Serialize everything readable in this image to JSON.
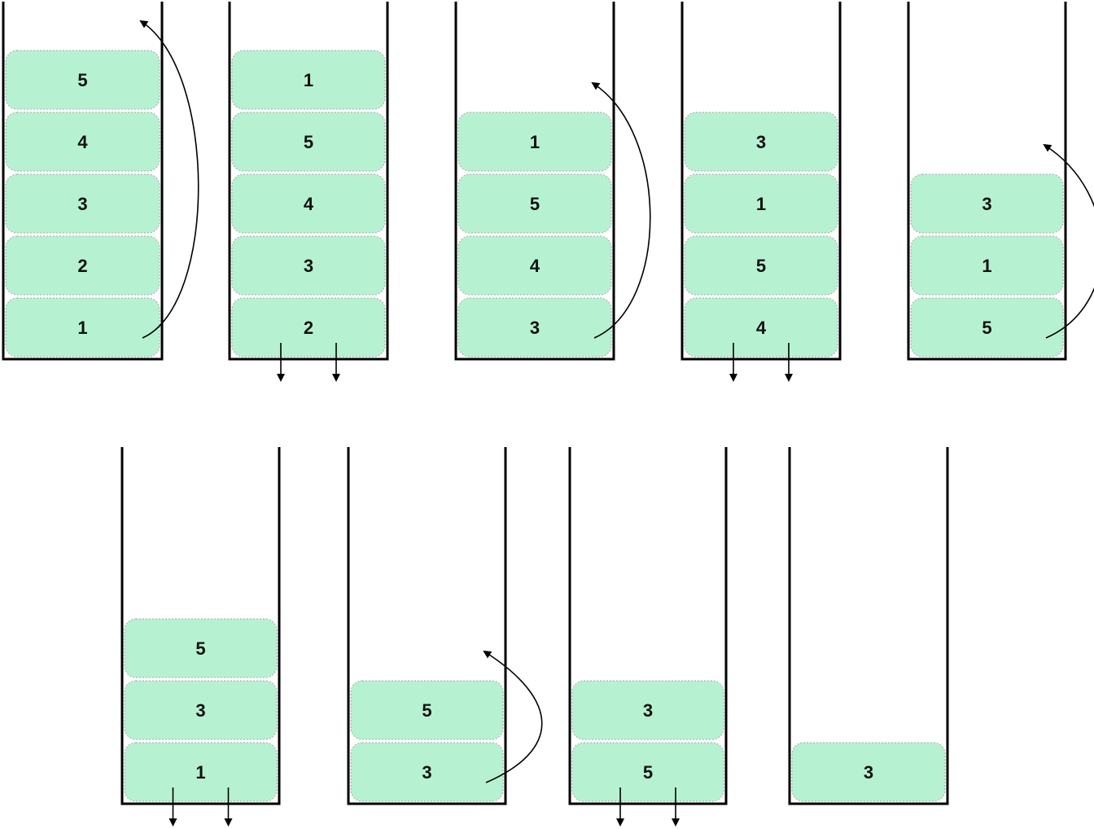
{
  "colors": {
    "box_fill": "#b6f2d2",
    "box_border": "#a7a7a7",
    "wall": "#000000",
    "arrow": "#000000",
    "text": "#111111"
  },
  "stacks": [
    {
      "items": [
        "5",
        "4",
        "3",
        "2",
        "1"
      ],
      "action": "rotate"
    },
    {
      "items": [
        "1",
        "5",
        "4",
        "3",
        "2"
      ],
      "action": "pop-two"
    },
    {
      "items": [
        "1",
        "5",
        "4",
        "3"
      ],
      "action": "rotate"
    },
    {
      "items": [
        "3",
        "1",
        "5",
        "4"
      ],
      "action": "pop-two"
    },
    {
      "items": [
        "3",
        "1",
        "5"
      ],
      "action": "rotate"
    },
    {
      "items": [
        "5",
        "3",
        "1"
      ],
      "action": "pop-two"
    },
    {
      "items": [
        "5",
        "3"
      ],
      "action": "rotate"
    },
    {
      "items": [
        "3",
        "5"
      ],
      "action": "pop-two"
    },
    {
      "items": [
        "3"
      ],
      "action": "none"
    }
  ]
}
